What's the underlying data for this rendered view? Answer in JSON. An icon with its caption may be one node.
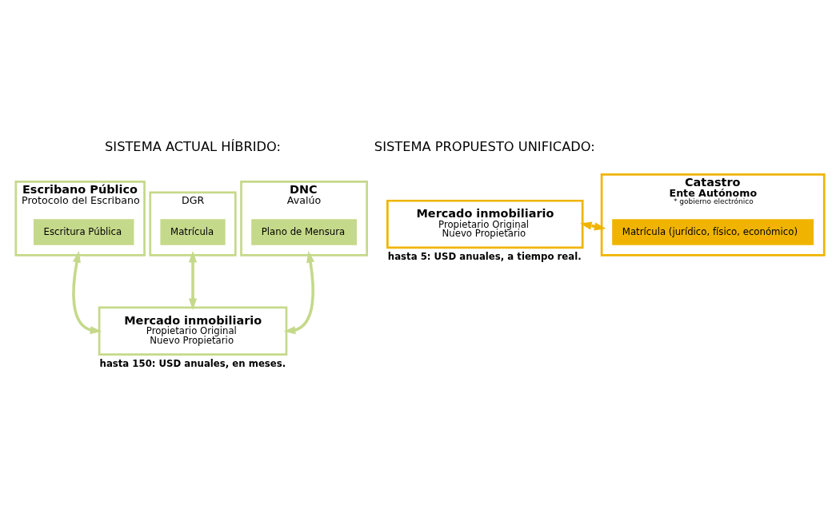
{
  "diagram": {
    "nodes": [
      {
        "text": [
          "Escribano Público",
          "Protocolo del Escribano"
        ]
      },
      {
        "text": [
          "Escritura Pública"
        ],
        "in": 0
      },
      {
        "text": [
          "DGR"
        ]
      },
      {
        "text": [
          "Matrícula"
        ],
        "in": 2
      },
      {
        "text": [
          "DNC",
          "Avalúo"
        ]
      },
      {
        "text": [
          "Plano de Mensura"
        ],
        "in": 4
      },
      {
        "text": [
          "Mercado inmobiliario",
          "Propietario Original",
          "Nuevo Propietario"
        ],
        "beside": [
          "hasta 150: USD anuales, en meses."
        ]
      },
      {
        "text": [
          "Mercado inmobiliario",
          "Propietario Original",
          "Nuevo Propietario"
        ],
        "beside": [
          "hasta 5: USD anuales, a tiempo real."
        ]
      },
      {
        "text": [
          "Catastro",
          "Ente Autónomo",
          "* gobierno electrónico"
        ]
      },
      {
        "text": [
          "Matrícula (jurídico, físico, económico)"
        ],
        "in": 8
      }
    ],
    "edges": [
      {
        "from": 0,
        "to": 6,
        "arrow": "both"
      },
      {
        "from": 2,
        "to": 6,
        "arrow": "both"
      },
      {
        "from": 4,
        "to": 6,
        "arrow": "both"
      },
      {
        "from": 7,
        "to": 8,
        "arrow": "both",
        "color": "#f0b400"
      }
    ],
    "labels": [
      "SISTEMA ACTUAL HÍBRIDO:",
      "SISTEMA PROPUESTO UNIFICADO:"
    ]
  }
}
